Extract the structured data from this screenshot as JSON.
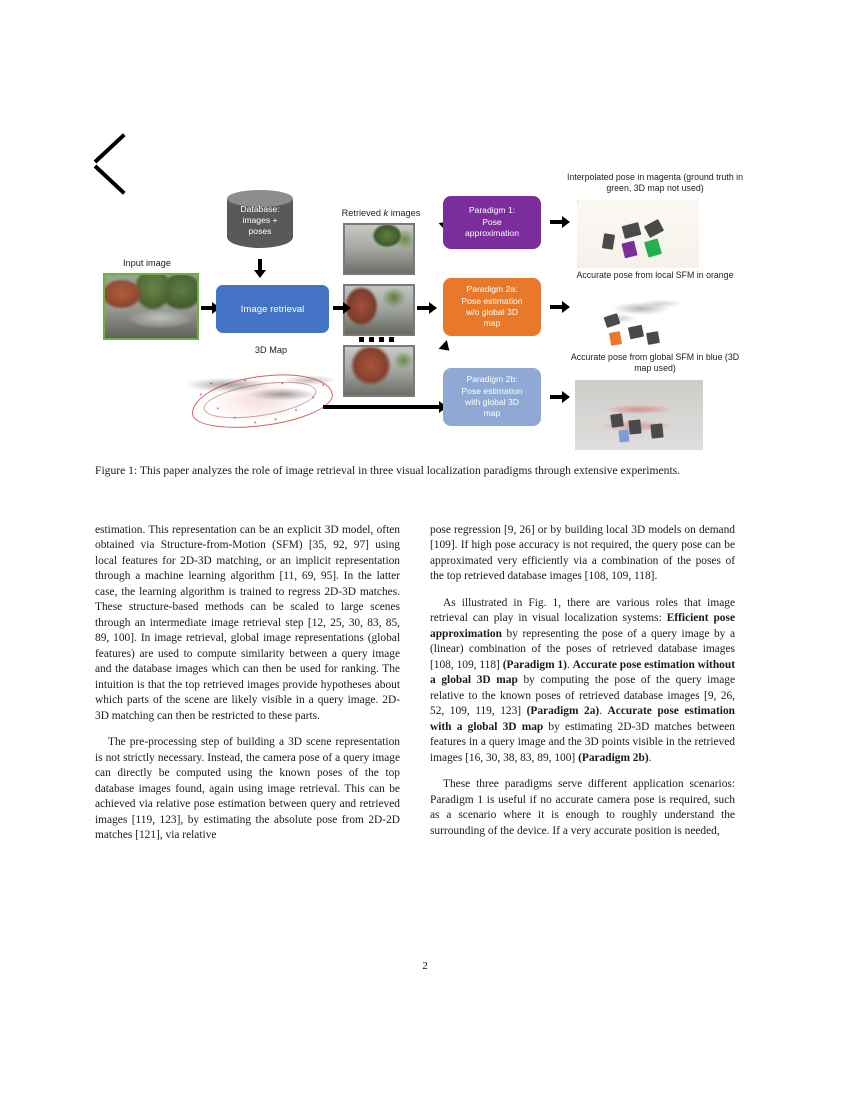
{
  "figure": {
    "input_image_label": "Input image",
    "database_label": "Database:\nimages +\nposes",
    "database_label_lines": [
      "Database:",
      "images +",
      "poses"
    ],
    "image_retrieval_label": "Image retrieval",
    "map3d_label": "3D Map",
    "retrieved_label": "Retrieved k images",
    "retrieved_label_plain": "Retrieved",
    "retrieved_label_italic": "k",
    "retrieved_label_tail": "images",
    "paradigms": [
      {
        "id": "paradigm-1",
        "label": "Paradigm 1:\nPose\napproximation",
        "lines": [
          "Paradigm 1:",
          "Pose",
          "approximation"
        ],
        "color": "#7B2D9B"
      },
      {
        "id": "paradigm-2a",
        "label": "Paradigm 2a:\nPose estimation\nw/o global 3D\nmap",
        "lines": [
          "Paradigm 2a:",
          "Pose estimation",
          "w/o global 3D",
          "map"
        ],
        "color": "#E8792B"
      },
      {
        "id": "paradigm-2b",
        "label": "Paradigm 2b:\nPose estimation\nwith global 3D\nmap",
        "lines": [
          "Paradigm 2b:",
          "Pose estimation",
          "with global 3D",
          "map"
        ],
        "color": "#8FA9D4"
      }
    ],
    "results": [
      {
        "id": "result-1",
        "caption": "Interpolated pose in magenta (ground truth in green, 3D map not used)"
      },
      {
        "id": "result-2a",
        "caption": "Accurate pose from local SFM in orange"
      },
      {
        "id": "result-2b",
        "caption": "Accurate pose from global SFM in blue (3D map used)"
      }
    ],
    "colors": {
      "retrieval_box": "#4472C4",
      "database_cylinder": "#595959",
      "input_image_border": "#6ab23f",
      "paradigm_1": "#7B2D9B",
      "paradigm_2a": "#E8792B",
      "paradigm_2b": "#8FA9D4",
      "ground_truth_green": "#22b14c",
      "map_points_red": "#c62b2b"
    }
  },
  "caption": "Figure 1: This paper analyzes the role of image retrieval in three visual localization paradigms through extensive experiments.",
  "body": {
    "left": {
      "p1": "estimation. This representation can be an explicit 3D model, often obtained via Structure-from-Motion (SFM) [35, 92, 97] using local features for 2D-3D matching, or an implicit representation through a machine learning algorithm [11, 69, 95]. In the latter case, the learning algorithm is trained to regress 2D-3D matches. These structure-based methods can be scaled to large scenes through an intermediate image retrieval step [12, 25, 30, 83, 85, 89, 100]. In image retrieval, global image representations (global features) are used to compute similarity between a query image and the database images which can then be used for ranking. The intuition is that the top retrieved images provide hypotheses about which parts of the scene are likely visible in a query image. 2D-3D matching can then be restricted to these parts.",
      "p2": "The pre-processing step of building a 3D scene representation is not strictly necessary. Instead, the camera pose of a query image can directly be computed using the known poses of the top database images found, again using image retrieval. This can be achieved via relative pose estimation between query and retrieved images [119, 123], by estimating the absolute pose from 2D-2D matches [121], via relative"
    },
    "right": {
      "p1": "pose regression [9, 26] or by building local 3D models on demand [109]. If high pose accuracy is not required, the query pose can be approximated very efficiently via a combination of the poses of the top retrieved database images [108, 109, 118].",
      "p2_part1": "As illustrated in Fig. 1, there are various roles that image retrieval can play in visual localization systems: ",
      "p2_bold1": "Efficient pose approximation",
      "p2_part2": " by representing the pose of a query image by a (linear) combination of the poses of retrieved database images [108, 109, 118] ",
      "p2_bold2": "(Paradigm 1)",
      "p2_part3": ". ",
      "p2_bold3": "Accurate pose estimation without a global 3D map",
      "p2_part4": " by computing the pose of the query image relative to the known poses of retrieved database images [9, 26, 52, 109, 119, 123] ",
      "p2_bold4": "(Paradigm 2a)",
      "p2_part5": ". ",
      "p2_bold5": "Accurate pose estimation with a global 3D map",
      "p2_part6": " by estimating 2D-3D matches between features in a query image and the 3D points visible in the retrieved images [16, 30, 38, 83, 89, 100] ",
      "p2_bold6": "(Paradigm 2b)",
      "p2_part7": ".",
      "p3": "These three paradigms serve different application scenarios: Paradigm 1 is useful if no accurate camera pose is required, such as a scenario where it is enough to roughly understand the surrounding of the device. If a very accurate position is needed,"
    }
  },
  "page_number": "2"
}
